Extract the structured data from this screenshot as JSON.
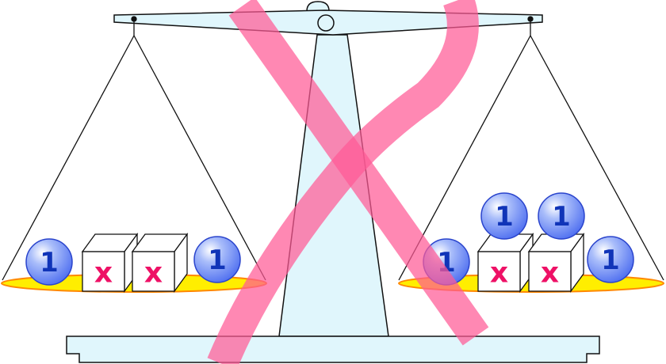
{
  "diagram": {
    "type": "balance-scale",
    "crossed_out": true,
    "left_pan": {
      "items": [
        "1",
        "x",
        "x",
        "1"
      ]
    },
    "right_pan": {
      "bottom_items": [
        "1",
        "x",
        "x",
        "1"
      ],
      "top_items": [
        "1",
        "1"
      ]
    }
  },
  "colors": {
    "scale_fill": "#e0f6fc",
    "pan_fill": "#ffee00",
    "pan_edge": "#ff9900",
    "ball": "#4f6ff0",
    "ball_text": "#1034b8",
    "x_text": "#ee1166",
    "cross": "#ff5a96"
  }
}
